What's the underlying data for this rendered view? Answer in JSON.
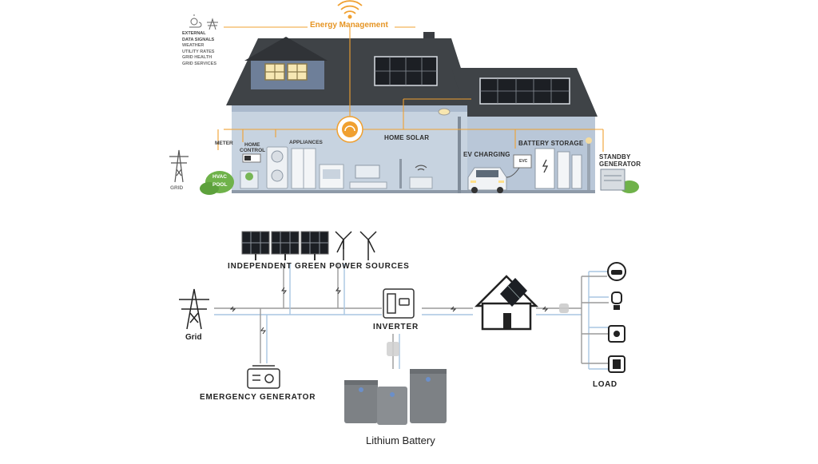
{
  "top": {
    "energy_management": "Energy Management",
    "external": {
      "title_line1": "EXTERNAL",
      "title_line2": "DATA SIGNALS",
      "items": [
        "WEATHER",
        "UTILITY RATES",
        "GRID HEALTH",
        "GRID SERVICES"
      ]
    },
    "labels": {
      "grid": "GRID",
      "meter": "METER",
      "home_control_1": "HOME",
      "home_control_2": "CONTROL",
      "appliances": "APPLIANCES",
      "hvac": "HVAC",
      "pool": "POOL",
      "home_solar": "HOME SOLAR",
      "ev_charging": "EV CHARGING",
      "evc": "EVC",
      "battery_storage": "BATTERY STORAGE",
      "standby_1": "STANDBY",
      "standby_2": "GENERATOR"
    }
  },
  "bottom": {
    "green_sources": "INDEPENDENT GREEN POWER SOURCES",
    "grid": "Grid",
    "inverter": "INVERTER",
    "emergency_generator": "EMERGENCY GENERATOR",
    "load": "LOAD",
    "lithium_battery": "Lithium Battery"
  },
  "colors": {
    "accent_orange": "#f0a030",
    "roof_dark": "#3f4347",
    "wall_blue": "#b9c7d8",
    "panel_dark": "#1c1f24",
    "line_blue": "#a9c6e2",
    "line_grey": "#9a9a9a",
    "battery_grey": "#7d8185"
  }
}
